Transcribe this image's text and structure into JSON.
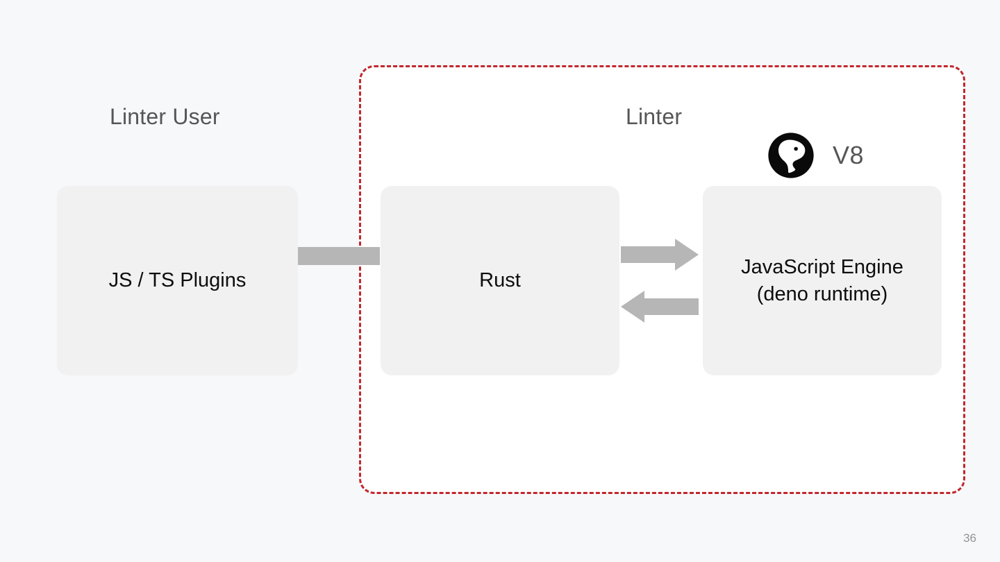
{
  "slide": {
    "page_number": "36",
    "background_color": "#F7F8FA"
  },
  "groups": [
    {
      "id": "linter-user",
      "label": "Linter User",
      "label_color": "#565656"
    },
    {
      "id": "linter",
      "label": "Linter",
      "label_color": "#565656",
      "border_color": "#C1272D",
      "border_style": "dashed",
      "fill_color": "#FFFFFF"
    }
  ],
  "nodes": [
    {
      "id": "js-ts-plugins",
      "label": "JS / TS Plugins",
      "fill_color": "#F1F1F1",
      "text_color": "#0D0D0D"
    },
    {
      "id": "rust",
      "label": "Rust",
      "fill_color": "#F1F1F1",
      "text_color": "#0D0D0D"
    },
    {
      "id": "javascript-engine",
      "label_line1": "JavaScript Engine",
      "label_line2": "(deno runtime)",
      "fill_color": "#F1F1F1",
      "text_color": "#0D0D0D"
    }
  ],
  "connectors": [
    {
      "id": "plugins-to-rust",
      "type": "bar",
      "from": "js-ts-plugins",
      "to": "rust",
      "color": "#B6B6B6"
    },
    {
      "id": "rust-to-engine",
      "type": "arrow-right",
      "from": "rust",
      "to": "javascript-engine",
      "color": "#B6B6B6"
    },
    {
      "id": "engine-to-rust",
      "type": "arrow-left",
      "from": "javascript-engine",
      "to": "rust",
      "color": "#B6B6B6"
    }
  ],
  "badges": {
    "deno_logo_icon": "deno-dinosaur-logo",
    "v8_label": "V8",
    "v8_color": "#565656",
    "logo_color": "#0A0A0A"
  }
}
